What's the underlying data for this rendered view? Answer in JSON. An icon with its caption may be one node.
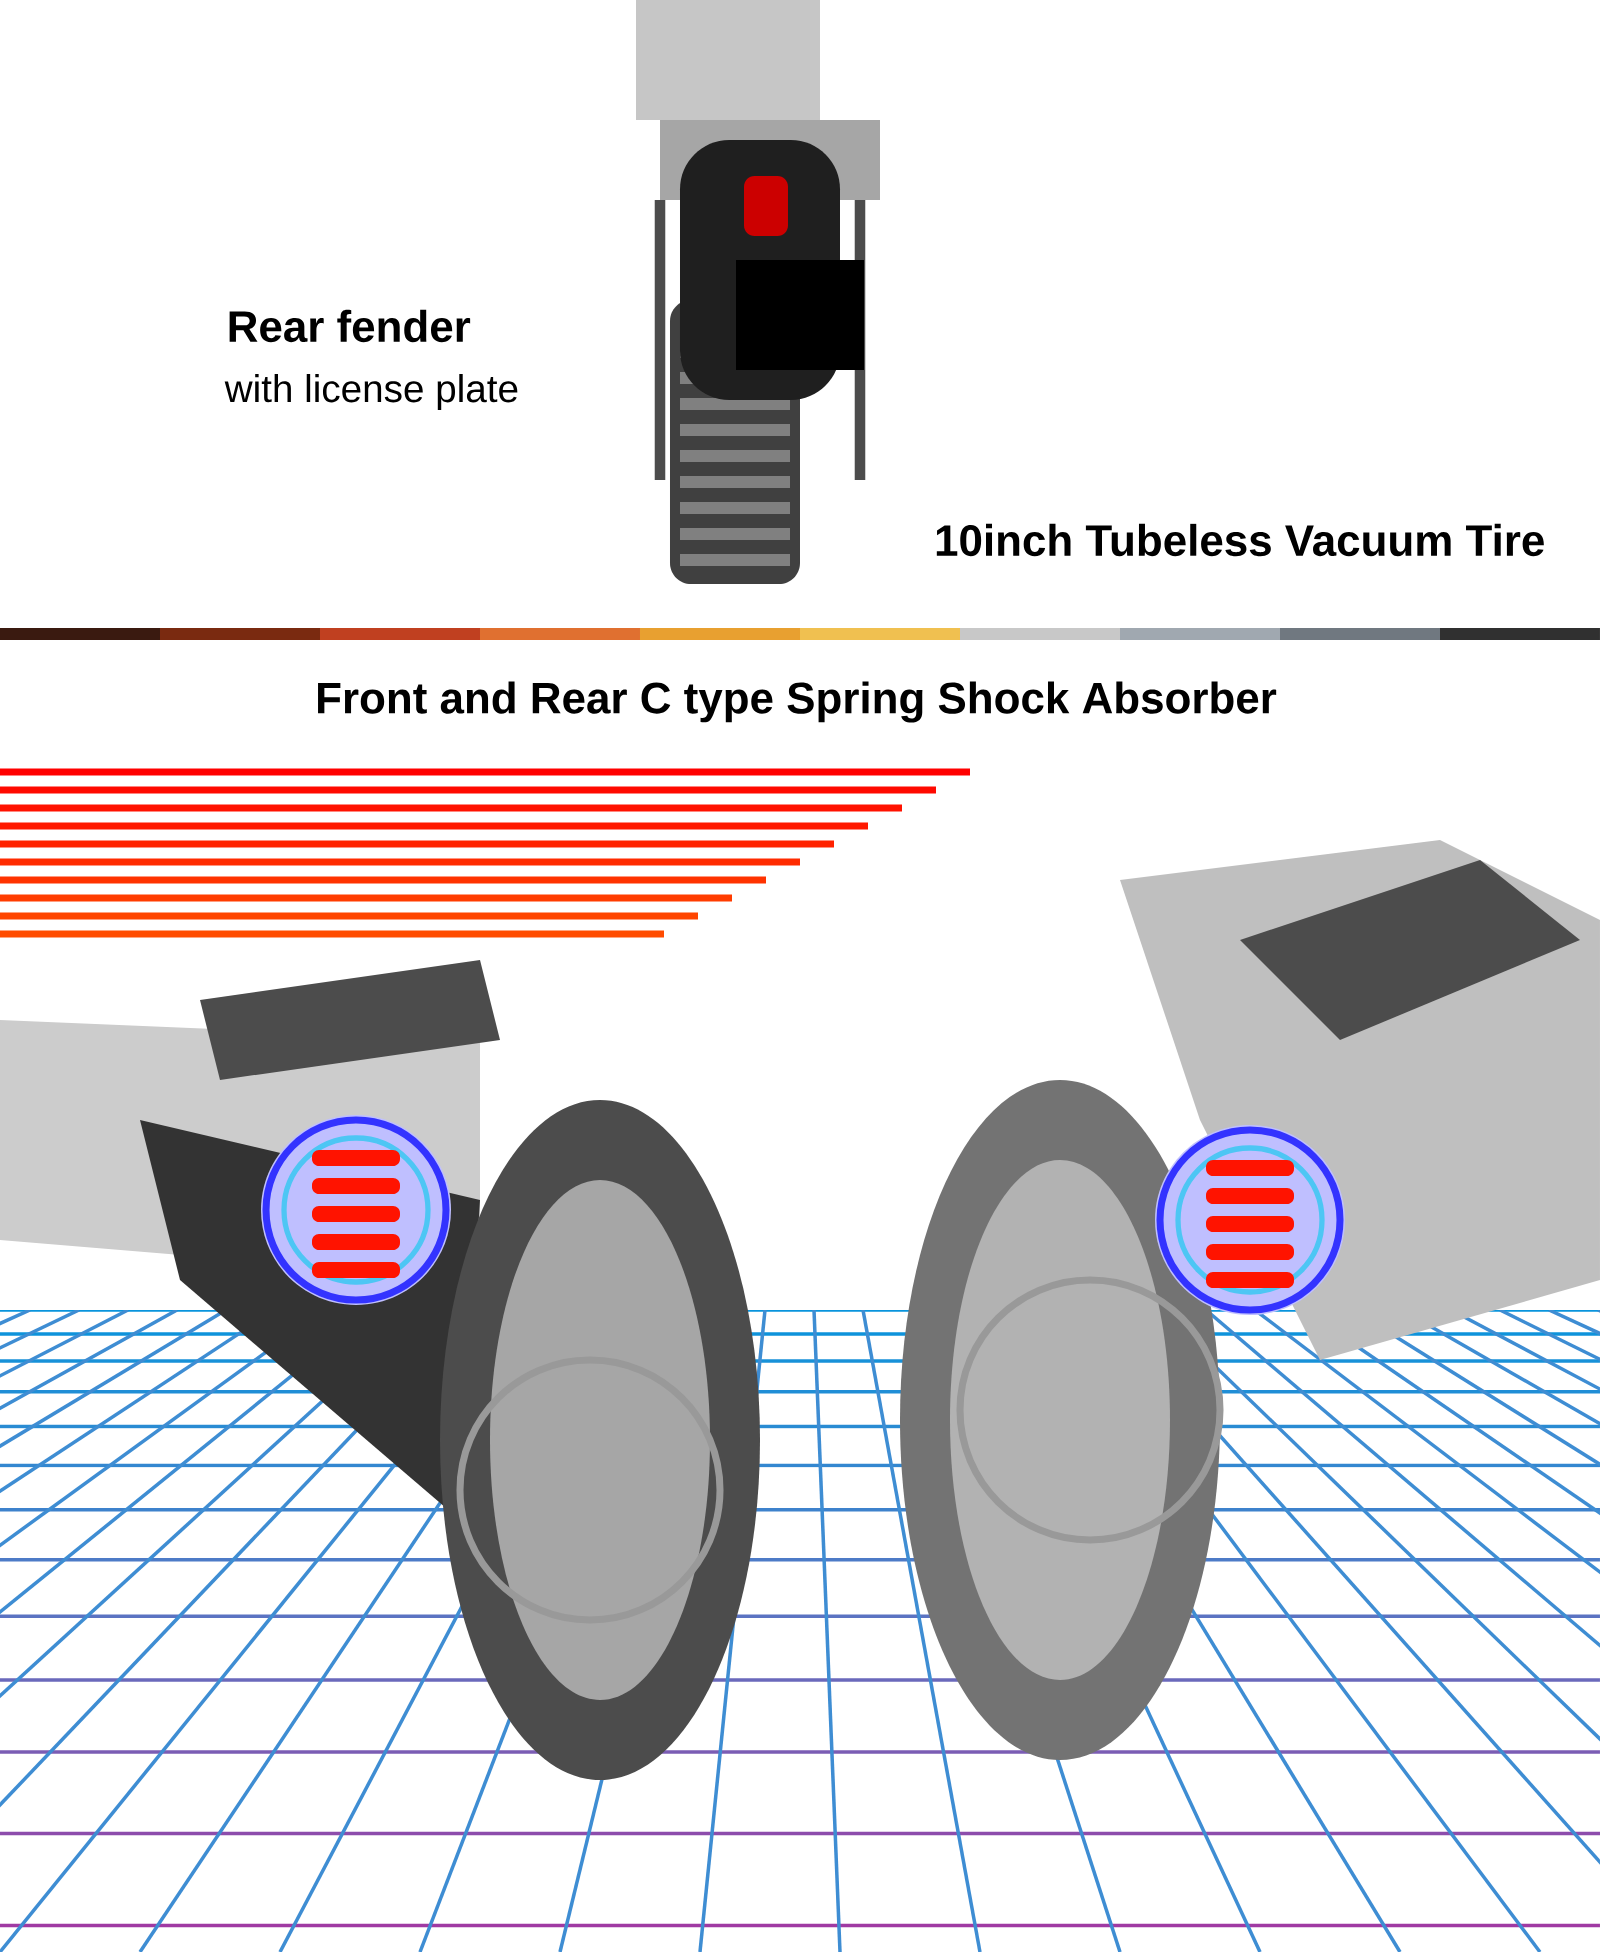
{
  "diagram": {
    "title": "Front and Rear C type Spring Shock Absorber",
    "labels": [
      "Rear fender",
      "with license plate",
      "10inch Tubeless Vacuum Tire"
    ]
  }
}
